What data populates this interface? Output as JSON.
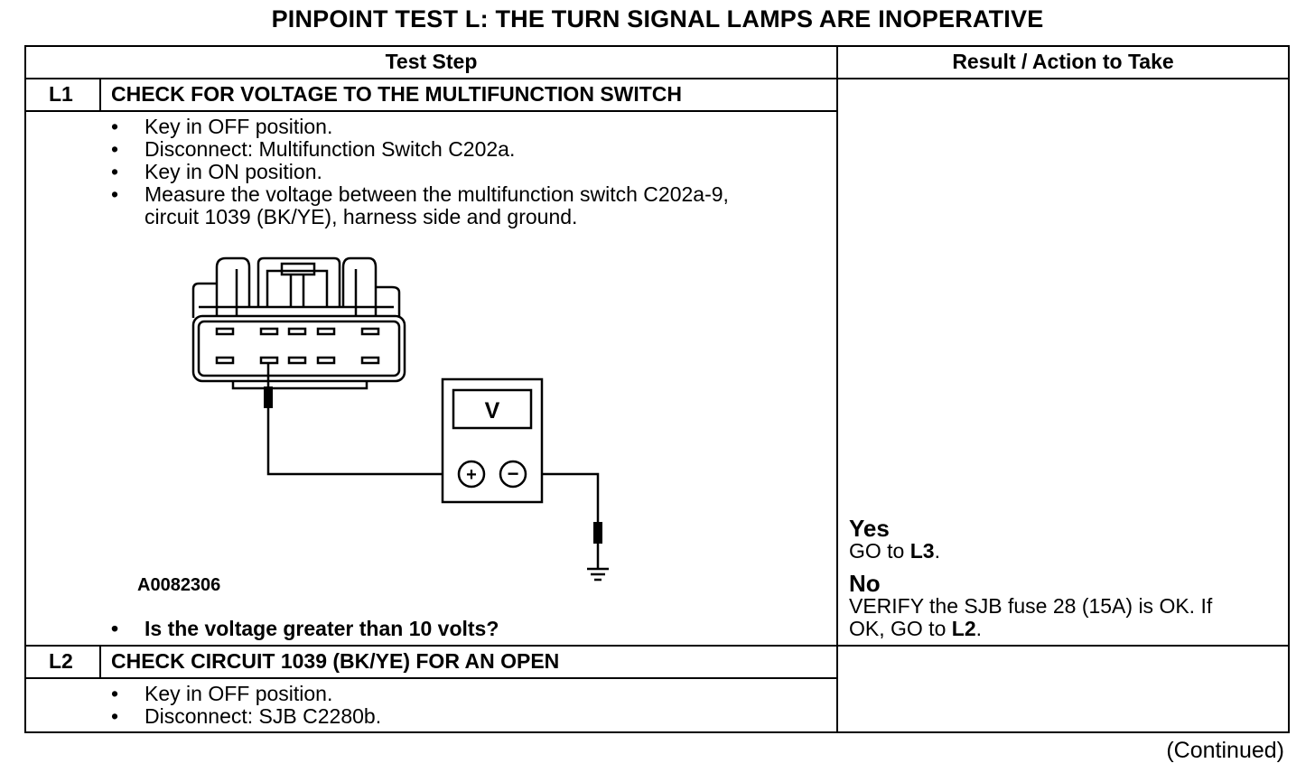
{
  "title": "PINPOINT TEST  L: THE TURN SIGNAL LAMPS ARE INOPERATIVE",
  "table": {
    "col_test_step": "Test Step",
    "col_result": "Result / Action to Take"
  },
  "steps": [
    {
      "id": "L1",
      "heading": "CHECK FOR VOLTAGE TO THE MULTIFUNCTION SWITCH",
      "bullets": [
        "Key in OFF position.",
        "Disconnect: Multifunction Switch C202a.",
        "Key in ON position.",
        "Measure the voltage between the multifunction switch C202a-9,"
      ],
      "bullet_continuation": "circuit 1039 (BK/YE), harness side and ground.",
      "figure": {
        "meter_label": "V",
        "plus_symbol": "+",
        "minus_symbol": "−",
        "figure_id": "A0082306",
        "icons": [
          "connector-icon",
          "voltmeter-icon",
          "probe-icon",
          "ground-icon"
        ]
      },
      "question": "Is the voltage greater than 10 volts?",
      "results": {
        "yes_label": "Yes",
        "yes_action_prefix": "GO to ",
        "yes_action_target": "L3",
        "yes_action_suffix": ".",
        "no_label": "No",
        "no_line1": "VERIFY the SJB fuse 28 (15A) is OK. If",
        "no_line2_prefix": "OK, GO to ",
        "no_line2_target": "L2",
        "no_line2_suffix": "."
      }
    },
    {
      "id": "L2",
      "heading": "CHECK CIRCUIT 1039 (BK/YE) FOR AN OPEN",
      "bullets": [
        "Key in OFF position.",
        "Disconnect: SJB C2280b."
      ]
    }
  ],
  "footer": {
    "continued": "(Continued)"
  }
}
